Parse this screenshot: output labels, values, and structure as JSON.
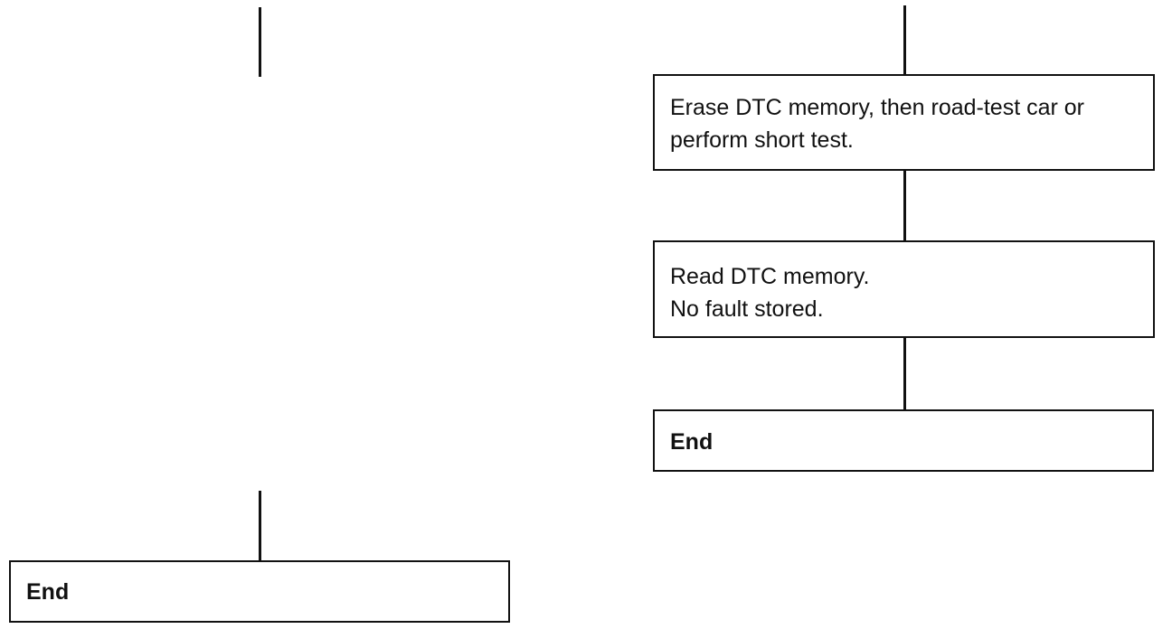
{
  "left_column": {
    "end_box": {
      "text": "End"
    }
  },
  "right_column": {
    "steps": [
      {
        "lines": [
          "Erase DTC memory, then road-test car or",
          "perform short test."
        ]
      },
      {
        "lines": [
          "Read DTC memory.",
          "No fault stored."
        ]
      }
    ],
    "end_box": {
      "text": "End"
    }
  }
}
